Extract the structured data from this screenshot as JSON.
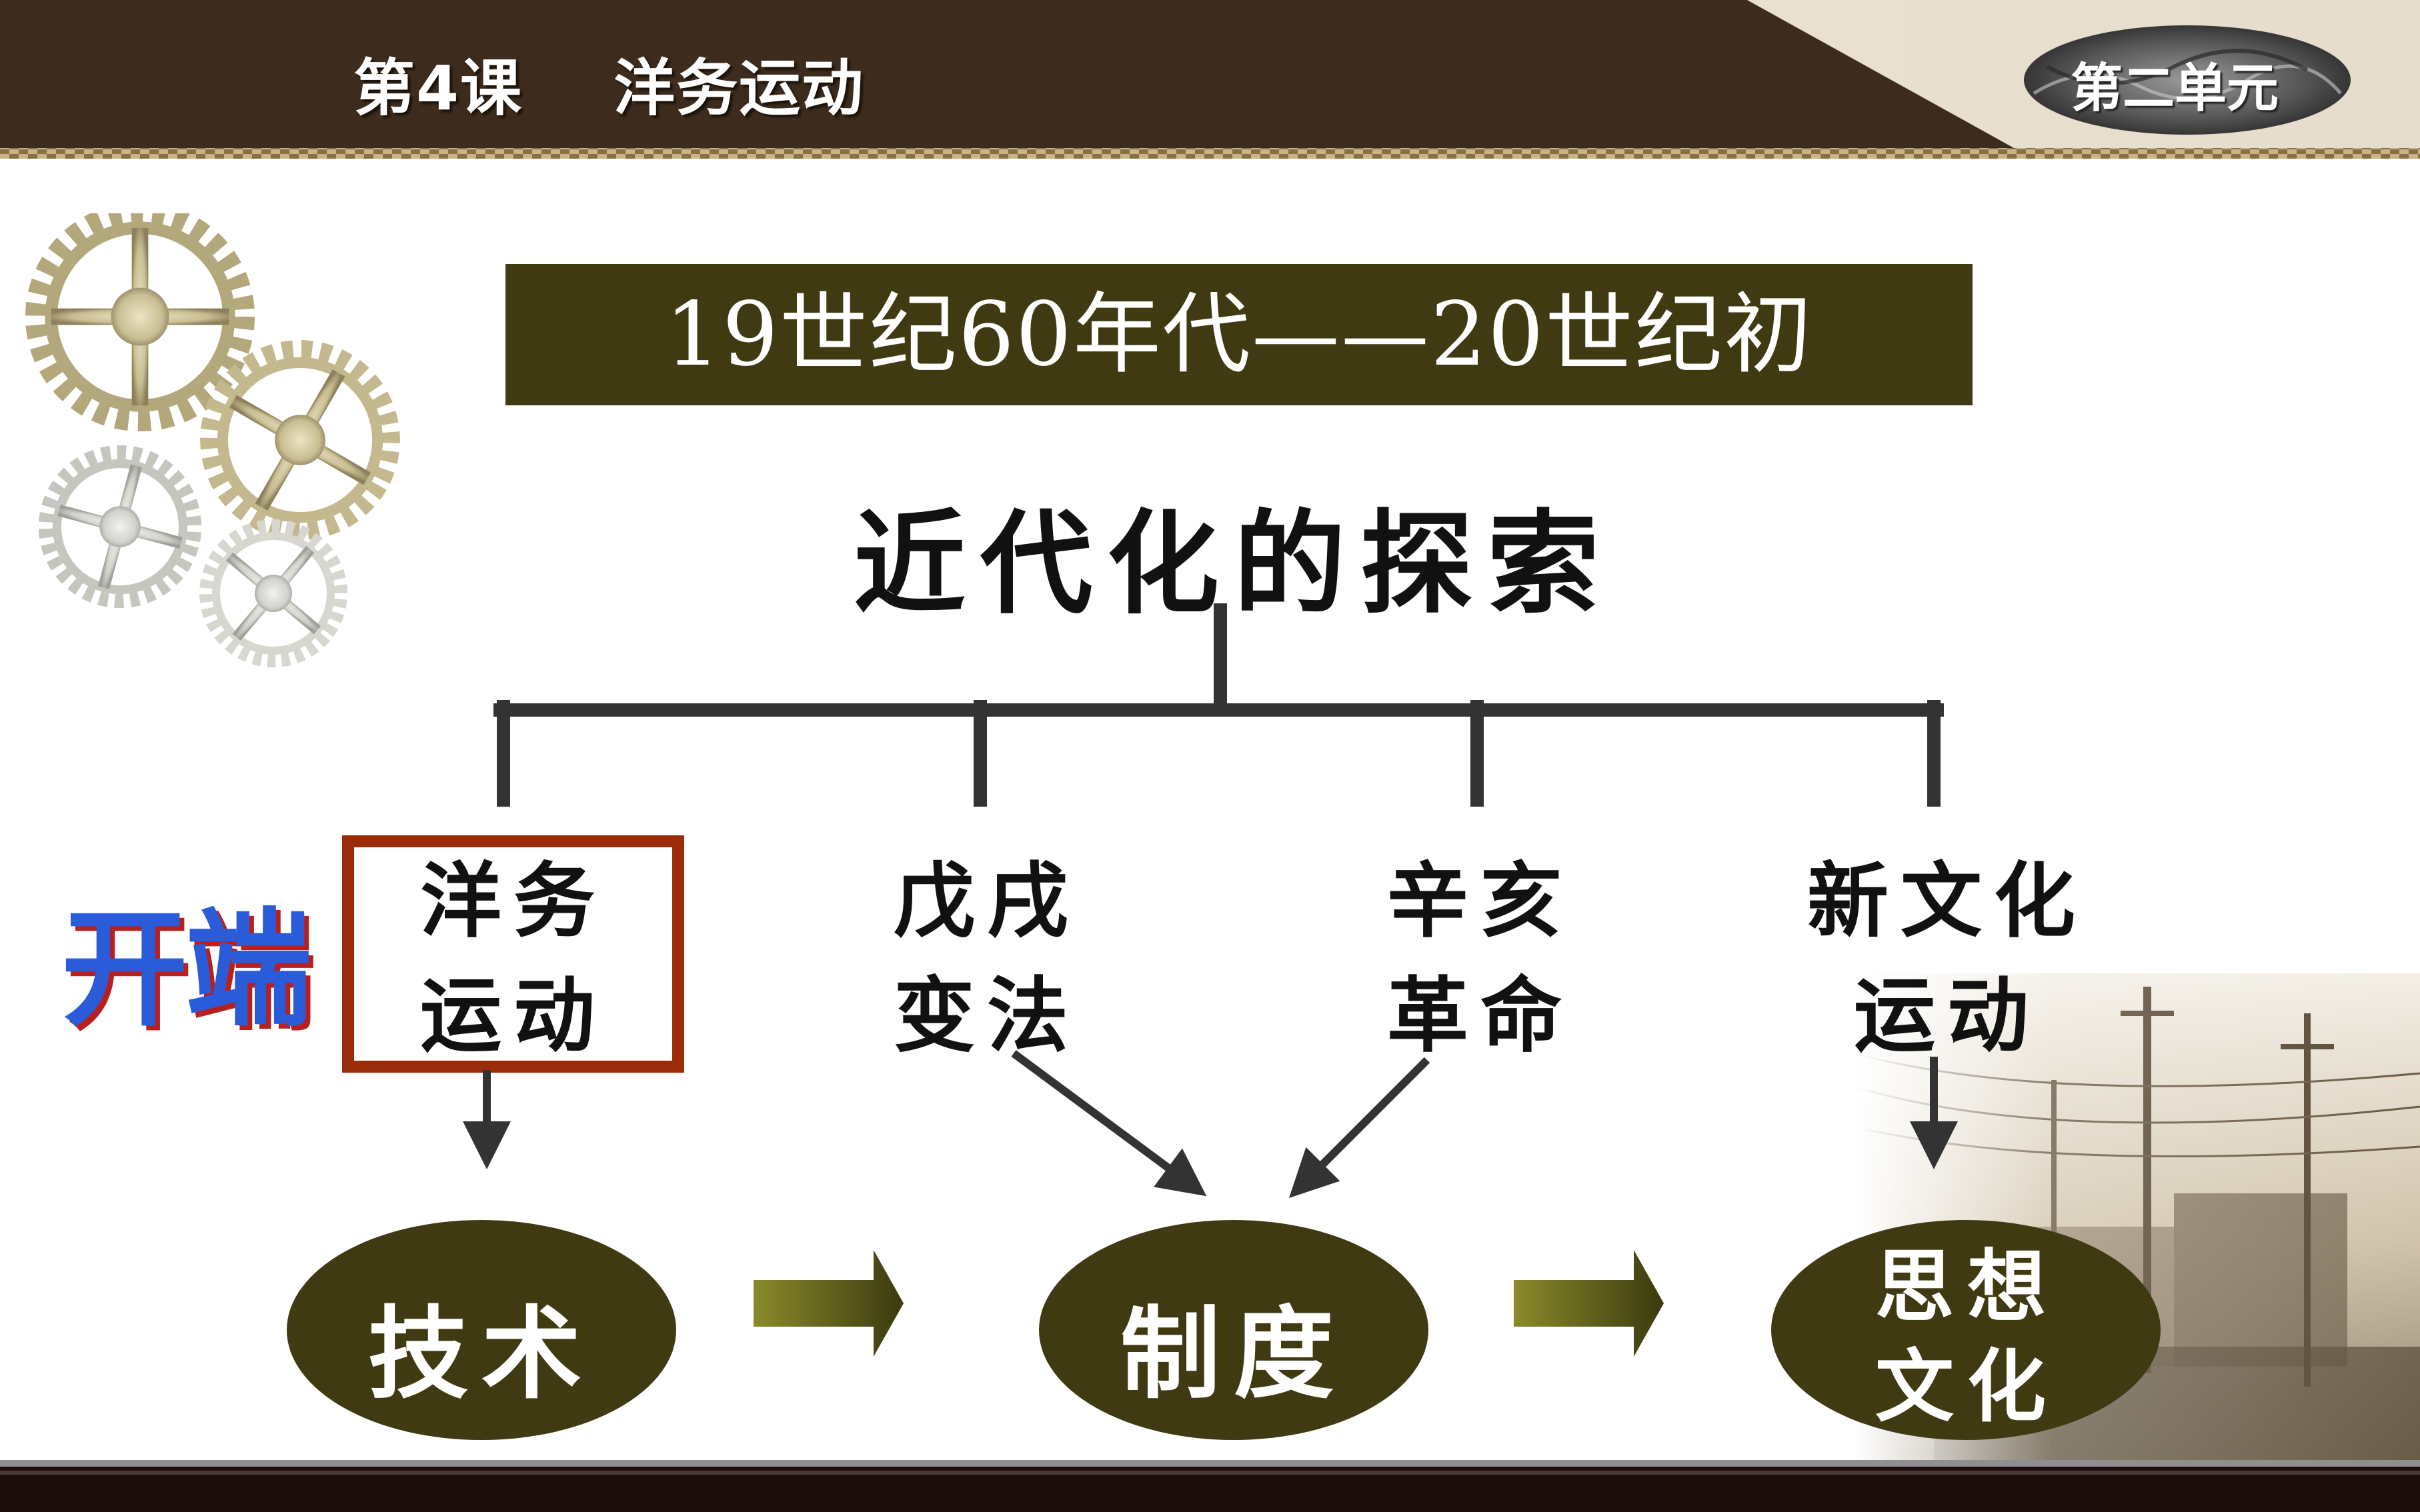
{
  "header": {
    "lesson_title": "第4课    洋务运动",
    "unit_label": "第二单元"
  },
  "period": "19世纪60年代——20世纪初",
  "diagram": {
    "root": "近代化的探索",
    "branches": [
      {
        "line1": "洋务",
        "line2": "运动"
      },
      {
        "line1": "戊戌",
        "line2": "变法"
      },
      {
        "line1": "辛亥",
        "line2": "革命"
      },
      {
        "line1": "新文化",
        "line2": "运动"
      }
    ],
    "start_label": "开端",
    "stages": [
      {
        "label": "技术"
      },
      {
        "label": "制度"
      },
      {
        "line1": "思想",
        "line2": "文化"
      }
    ]
  },
  "colors": {
    "header_brown": "#3d2c1d",
    "period_box": "#3f3a12",
    "ellipse_fill": "#3f3a12",
    "highlight_border": "#9b2c0a",
    "start_label_blue": "#2a5bd8",
    "start_label_shadow": "#b91f1f",
    "connector": "#333333"
  }
}
